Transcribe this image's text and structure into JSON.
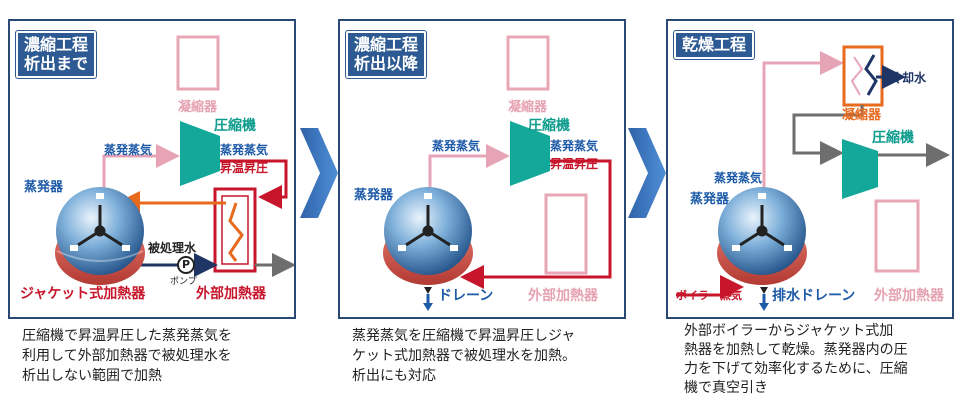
{
  "colors": {
    "frame": "#294a72",
    "stage_bg": "#2d5a92",
    "compressor": "#14a89a",
    "vapor_line": "#e8a4b7",
    "pink_box": "#e9a6b6",
    "red_line": "#c7162b",
    "gray_line": "#6e6e6e",
    "navy_line": "#1f3566",
    "orange": "#e76a1d",
    "teal_text": "#0e9c8d",
    "blue_text": "#1d5aa8",
    "red_text": "#c7162b",
    "pink_text": "#e6a2b2"
  },
  "panels": [
    {
      "stage": "濃縮工程\n析出まで",
      "condenser": "凝縮器",
      "compressor": "圧縮機",
      "vapor_in": "蒸発蒸気",
      "vapor_out": "蒸発蒸気",
      "temp_up": "昇温昇圧",
      "evaporator": "蒸発器",
      "processed_water": "被処理水",
      "pump_symbol": "P",
      "pump": "ポンプ",
      "jacket": "ジャケット式加熱器",
      "external": "外部加熱器",
      "caption": "圧縮機で昇温昇圧した蒸発蒸気を\n利用して外部加熱器で被処理水を\n析出しない範囲で加熱"
    },
    {
      "stage": "濃縮工程\n析出以降",
      "condenser": "凝縮器",
      "compressor": "圧縮機",
      "vapor_in": "蒸発蒸気",
      "vapor_out": "蒸発蒸気",
      "temp_up": "昇温昇圧",
      "evaporator": "蒸発器",
      "drain": "ドレーン",
      "external": "外部加熱器",
      "caption": "蒸発蒸気を圧縮機で昇温昇圧しジャ\nケット式加熱器で被処理水を加熱。\n析出にも対応"
    },
    {
      "stage": "乾燥工程",
      "cooling_water": "冷却水",
      "condenser": "凝縮器",
      "compressor": "圧縮機",
      "vapor": "蒸発蒸気",
      "evaporator": "蒸発器",
      "boiler_steam": "ボイラー蒸気",
      "drain": "排水ドレーン",
      "external": "外部加熱器",
      "caption": "外部ボイラーからジャケット式加\n熱器を加熱して乾燥。蒸発器内の圧\n力を下げて効率化するために、圧縮\n機で真空引き"
    }
  ]
}
